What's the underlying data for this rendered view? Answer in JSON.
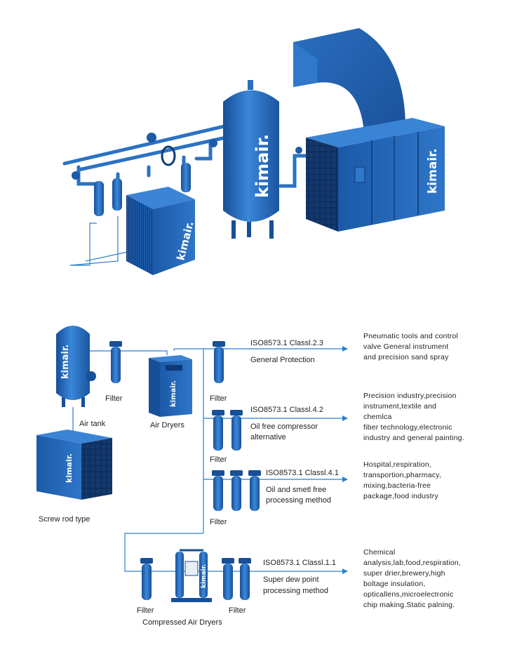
{
  "brand": {
    "logo_text": "kimair.",
    "primary_color": "#1f5fb0",
    "dark_color": "#0f3a78",
    "line_color": "#2a7fd0"
  },
  "left_column": {
    "air_tank_label": "Air tank",
    "filter_label": "Filter",
    "air_dryers_label": "Air Dryers",
    "screw_label": "Screw rod type"
  },
  "routes": [
    {
      "standard": "ISO8573.1 Classl.2.3",
      "method": "General Protection",
      "filter_label": "Filter",
      "uses": [
        "Pneumatic tools and control",
        "valve General instrument",
        "and precision sand spray"
      ]
    },
    {
      "standard": "ISO8573.1 Classl.4.2",
      "method": [
        "Oil free compressor",
        "alternative"
      ],
      "filter_label": "Filter",
      "uses": [
        "Precision industry,precision",
        "instrument,textile and",
        "chemlca",
        "fiber technology,electronic",
        "industry and general painting."
      ]
    },
    {
      "standard": "ISO8573.1 Classl.4.1",
      "method": [
        "Oil and smetl free",
        "processing method"
      ],
      "filter_label": "Filter",
      "uses": [
        "Hospital,respiration,",
        "transportion,pharmacy,",
        "mixing,bacteria-free",
        "package,food industry"
      ]
    },
    {
      "standard": "ISO8573.1 Classl.1.1",
      "method": [
        "Super dew point",
        "processing method"
      ],
      "filter_left_label": "Filter",
      "filter_right_label": "Filter",
      "dryer_label": "Compressed Air Dryers",
      "uses": [
        "Chemical",
        "analysis,lab,food,respiration,",
        "super drier,brewery,high",
        "boltage insulation,",
        "opticallens,microelectronic",
        "chip making.Static palning."
      ]
    }
  ]
}
